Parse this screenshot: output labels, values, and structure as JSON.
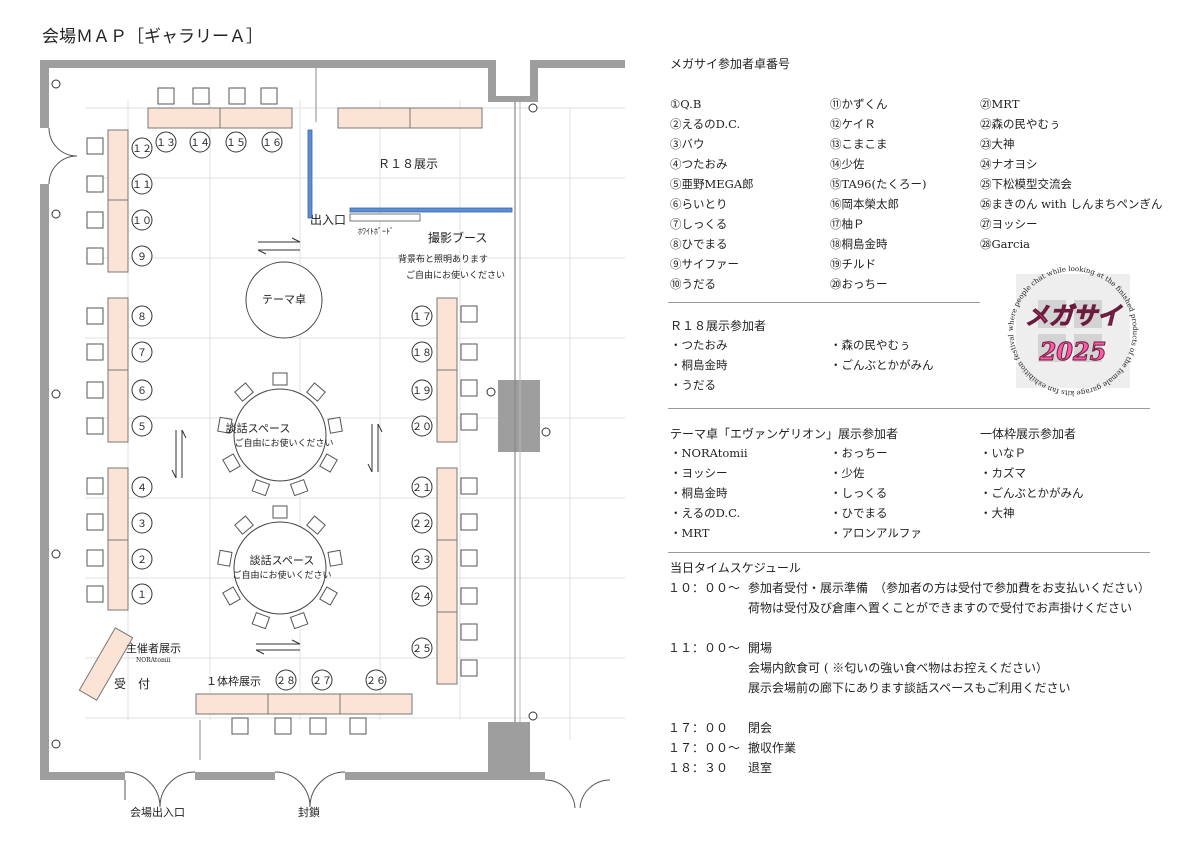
{
  "title": "会場ＭＡＰ［ギャラリーＡ］",
  "map": {
    "tables_left": [
      "１２",
      "１１",
      "１０",
      "９",
      "８",
      "７",
      "６",
      "５",
      "４",
      "３",
      "２",
      "１"
    ],
    "tables_top": [
      "１３",
      "１４",
      "１５",
      "１６"
    ],
    "tables_right": [
      "１７",
      "１８",
      "１９",
      "２０",
      "２１",
      "２２",
      "２３",
      "２４",
      "２５"
    ],
    "tables_bottom": [
      "２８",
      "２７",
      "２６"
    ],
    "r18_label": "Ｒ１８展示",
    "entrance_label": "出入口",
    "whiteboard_label": "ﾎﾜｲﾄﾎﾞｰﾄﾞ",
    "photo_booth": "撮影ブース",
    "photo_note_1": "背景布と照明あります",
    "photo_note_2": "ご自由にお使いください",
    "theme_table": "テーマ卓",
    "talk_space": "談話スペース",
    "talk_note": "ご自由にお使いください",
    "organizer_label": "主催者展示",
    "organizer_sub": "NORAtomii",
    "reception": "受　付",
    "single_frame": "１体枠展示",
    "venue_entrance": "会場出入口",
    "closed": "封鎖"
  },
  "participants": {
    "title": "メガサイ参加者卓番号",
    "col1": [
      "①Q.B",
      "②えるのD.C.",
      "③バウ",
      "④つたおみ",
      "⑤亜野MEGA郎",
      "⑥らいとり",
      "⑦しっくる",
      "⑧ひでまる",
      "⑨サイファー",
      "⑩うだる"
    ],
    "col2": [
      "⑪かずくん",
      "⑫ケイＲ",
      "⑬こまこま",
      "⑭少佐",
      "⑮TA96(たくろー)",
      "⑯岡本榮太郎",
      "⑰柚Ｐ",
      "⑱桐島金時",
      "⑲チルド",
      "⑳おっちー"
    ],
    "col3": [
      "㉑MRT",
      "㉒森の民やむぅ",
      "㉓大神",
      "㉔ナオヨシ",
      "㉕下松模型交流会",
      "㉖まきのん with しんまちペンぎん",
      "㉗ヨッシー",
      "㉘Garcia"
    ]
  },
  "r18": {
    "title": "Ｒ１８展示参加者",
    "col1": [
      "・つたおみ",
      "・桐島金時",
      "・うだる"
    ],
    "col2": [
      "・森の民やむぅ",
      "・ごんぶとかがみん"
    ]
  },
  "theme": {
    "title": "テーマ卓「エヴァンゲリオン」展示参加者",
    "col1": [
      "・NORAtomii",
      "・ヨッシー",
      "・桐島金時",
      "・えるのD.C.",
      "・MRT"
    ],
    "col2": [
      "・おっちー",
      "・少佐",
      "・しっくる",
      "・ひでまる",
      "・アロンアルファ"
    ]
  },
  "single": {
    "title": "一体枠展示参加者",
    "items": [
      "・いなＰ",
      "・カズマ",
      "・ごんぶとかがみん",
      "・大神"
    ]
  },
  "schedule": {
    "title": "当日タイムスケジュール",
    "rows": [
      {
        "time": "１０：００〜",
        "text": "参加者受付・展示準備　（参加者の方は受付で参加費をお支払いください）"
      },
      {
        "time": "",
        "text": "荷物は受付及び倉庫へ置くことができますので受付でお声掛けください"
      },
      {
        "time": "１１：００〜",
        "text": "開場"
      },
      {
        "time": "",
        "text": "会場内飲食可 ( ※匂いの強い食べ物はお控えください）"
      },
      {
        "time": "",
        "text": "展示会場前の廊下にあります談話スペースもご利用ください"
      },
      {
        "time": "１７：００",
        "text": "閉会"
      },
      {
        "time": "１７：００〜",
        "text": "撤収作業"
      },
      {
        "time": "１８：３０",
        "text": "退室"
      }
    ]
  },
  "logo": {
    "main": "メガサイ",
    "year": "2025",
    "ring": "where people chat while looking at the finished products of the female garage kits fan exhibition festival",
    "accent_color": "#ff5aa8"
  },
  "colors": {
    "table": "#fbe3d6",
    "r18_wall": "#5b8fd6",
    "wall": "#9e9e9e"
  }
}
